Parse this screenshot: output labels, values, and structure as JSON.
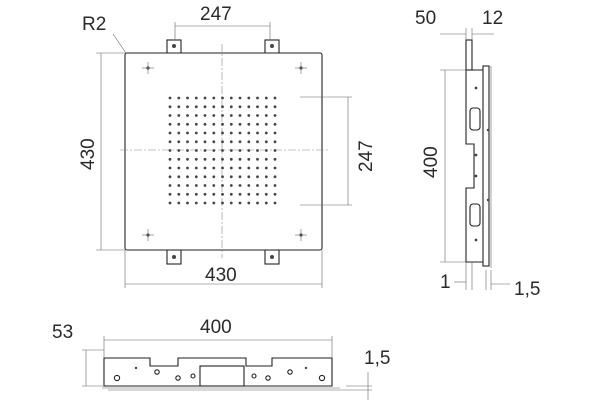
{
  "drawing": {
    "front_view": {
      "radius_label": "R2",
      "top_width_label": "247",
      "left_height_label": "430",
      "right_height_label": "247",
      "bottom_width_label": "430",
      "nozzle_grid": {
        "rows": 13,
        "cols": 13
      }
    },
    "side_view": {
      "offset_label": "50",
      "thickness_label": "12",
      "height_label": "400",
      "bottom_left_label": "1",
      "bottom_right_label": "1,5"
    },
    "bottom_view": {
      "depth_label": "53",
      "length_label": "400",
      "edge_label": "1,5"
    },
    "colors": {
      "line": "#333333",
      "background": "#ffffff"
    }
  }
}
